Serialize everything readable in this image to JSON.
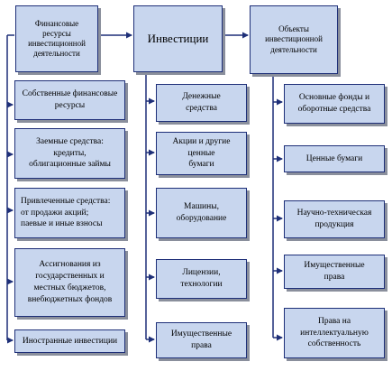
{
  "headers": {
    "left": "Финансовые\nресурсы\nинвестиционной\nдеятельности",
    "center": "Инвестиции",
    "right": "Объекты\nинвестиционной\nдеятельности"
  },
  "resources": [
    "Собственные финансовые\nресурсы",
    "Заемные средства:\nкредиты,\nоблигационные займы",
    "Привлеченные средства:\nот продажи акций;\nпаевые и иные взносы",
    "Ассигнования из\nгосударственных и\nместных бюджетов,\nвнебюджетных фондов",
    "Иностранные инвестиции"
  ],
  "investments": [
    "Денежные\nсредства",
    "Акции и другие ценные\nбумаги",
    "Машины,\nоборудование",
    "Лицензии,\nтехнологии",
    "Имущественные\nправа"
  ],
  "objects": [
    "Основные фонды и\nоборотные средства",
    "Ценные бумаги",
    "Научно-техническая\nпродукция",
    "Имущественные\nправа",
    "Права на\nинтеллектуальную\nсобственность"
  ]
}
